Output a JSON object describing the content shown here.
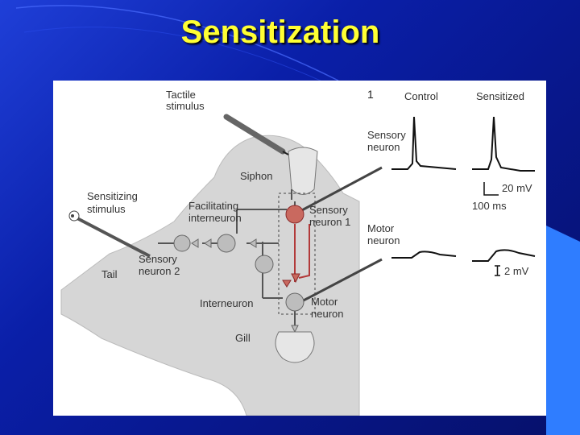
{
  "slide": {
    "title": "Sensitization",
    "colors": {
      "background": "#0b1fa0",
      "title": "#ffff33",
      "neuron_fill": "#bdbdbd",
      "facilitating_fill": "#c9695f",
      "pathway": "#b23a3a",
      "animal_fill": "#d6d6d6"
    }
  },
  "figure": {
    "panel_number": "1",
    "labels": {
      "tactile_stimulus": [
        "Tactile",
        "stimulus"
      ],
      "siphon": "Siphon",
      "sensitizing_stimulus": [
        "Sensitizing",
        "stimulus"
      ],
      "facilitating_interneuron": [
        "Facilitating",
        "interneuron"
      ],
      "sensory_neuron_1": [
        "Sensory",
        "neuron 1"
      ],
      "sensory_neuron_2": [
        "Sensory",
        "neuron 2"
      ],
      "tail": "Tail",
      "interneuron": "Interneuron",
      "motor_neuron": [
        "Motor",
        "neuron"
      ],
      "gill": "Gill"
    },
    "traces": {
      "column_headers": [
        "Control",
        "Sensitized"
      ],
      "row_labels": {
        "sensory": [
          "Sensory",
          "neuron"
        ],
        "motor": [
          "Motor",
          "neuron"
        ]
      },
      "scale_bars": {
        "sensory_voltage": "20 mV",
        "time": "100 ms",
        "motor_voltage": "2 mV"
      }
    }
  }
}
